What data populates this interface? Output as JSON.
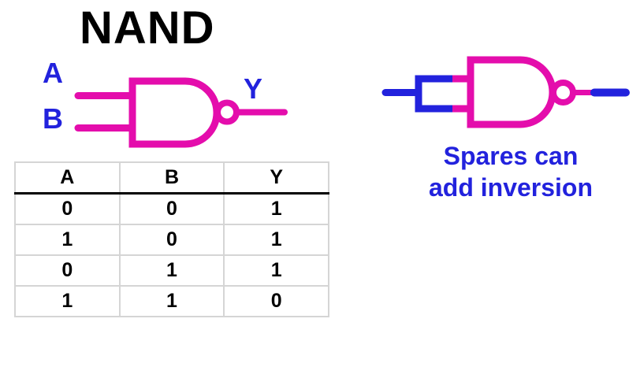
{
  "title": "NAND",
  "colors": {
    "gate_magenta": "#E40DAC",
    "wire_blue": "#2222DD",
    "label_blue": "#2222DD",
    "title_black": "#000000",
    "table_border_gray": "#D5D5D5",
    "background": "#FFFFFF"
  },
  "gate": {
    "input_a": "A",
    "input_b": "B",
    "output_y": "Y"
  },
  "truth_table": {
    "headers": [
      "A",
      "B",
      "Y"
    ],
    "rows": [
      [
        "0",
        "0",
        "1"
      ],
      [
        "1",
        "0",
        "1"
      ],
      [
        "0",
        "1",
        "1"
      ],
      [
        "1",
        "1",
        "0"
      ]
    ]
  },
  "annotation": {
    "lines": [
      "Spares can",
      "add inversion"
    ]
  }
}
